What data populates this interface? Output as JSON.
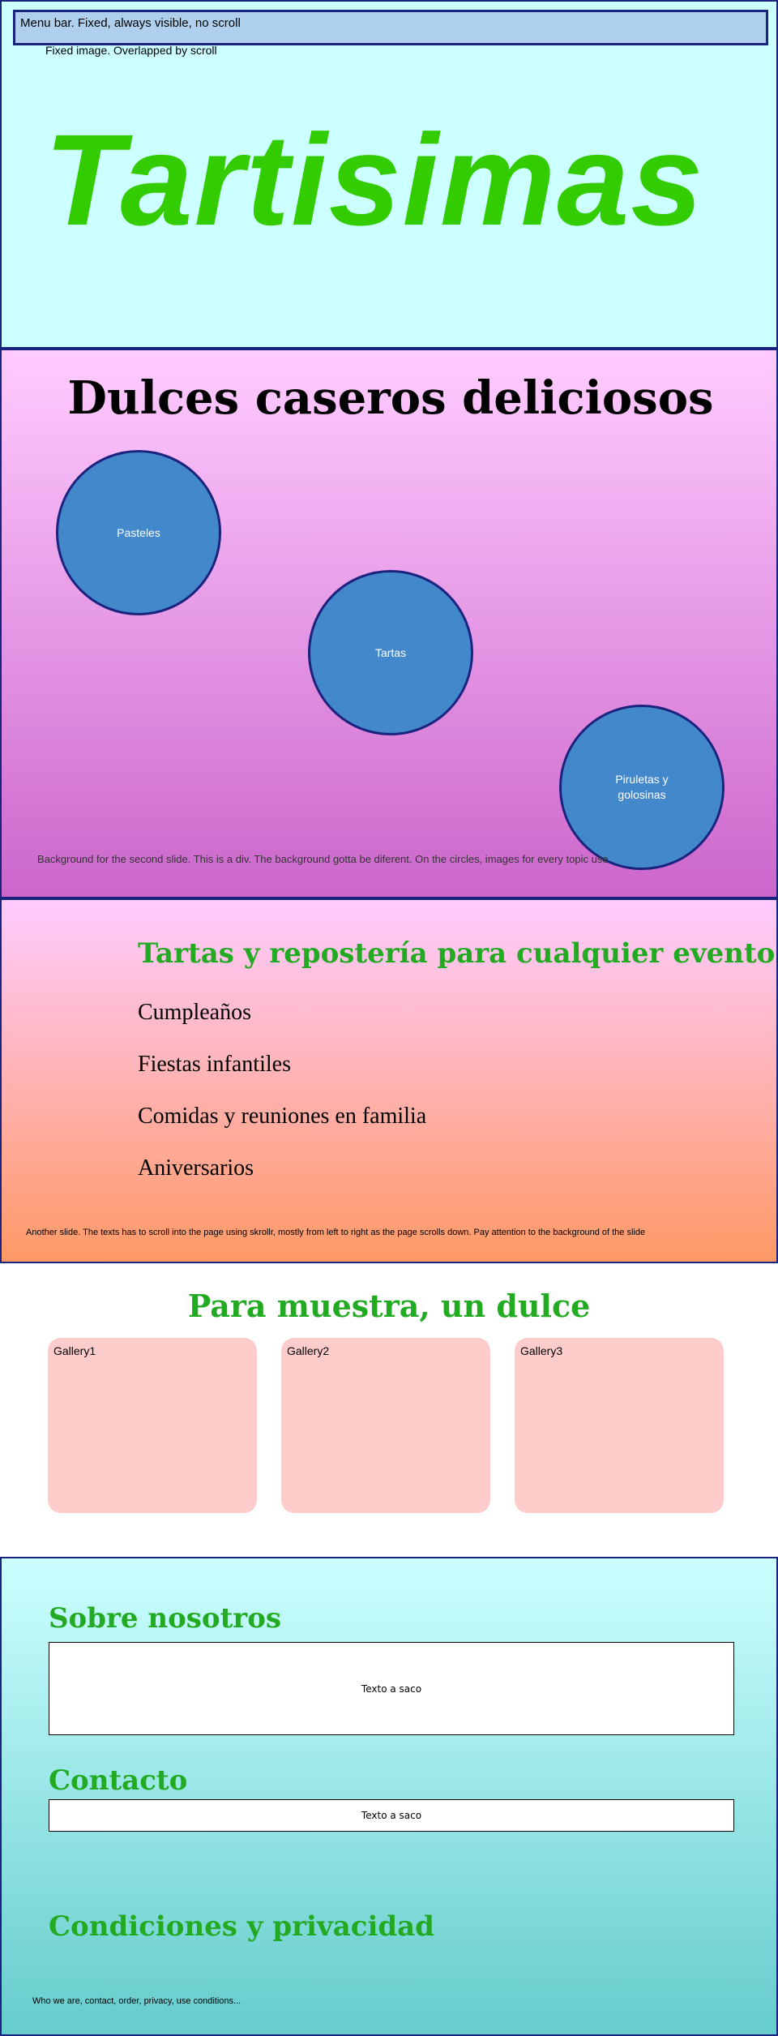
{
  "hero": {
    "menu_label": "Menu bar. Fixed, always visible, no scroll",
    "caption": "Fixed image. Overlapped by scroll",
    "title": "Tartisimas"
  },
  "slide2": {
    "title": "Dulces caseros deliciosos",
    "circles": [
      {
        "label": "Pasteles"
      },
      {
        "label": "Tartas"
      },
      {
        "label": "Piruletas y golosinas"
      }
    ],
    "caption": "Background for the second slide. This is a div. The background gotta be diferent. On the circles, images for every topic use"
  },
  "slide3": {
    "title": "Tartas y repostería para cualquier evento",
    "events": [
      "Cumpleaños",
      "Fiestas infantiles",
      "Comidas y reuniones en familia",
      "Aniversarios"
    ],
    "caption": "Another slide. The texts has to scroll into the page using skrollr, mostly from left to right as the page scrolls down. Pay attention to the background of the slide"
  },
  "gallery": {
    "title": "Para muestra, un dulce",
    "items": [
      {
        "label": "Gallery1"
      },
      {
        "label": "Gallery2"
      },
      {
        "label": "Gallery3"
      }
    ]
  },
  "footer": {
    "about_title": "Sobre nosotros",
    "about_text": "Texto a saco",
    "contact_title": "Contacto",
    "contact_text": "Texto a saco",
    "privacy_title": "Condiciones y privacidad",
    "caption": "Who we are, contact, order, privacy, use conditions..."
  },
  "colors": {
    "accent_green": "#22aa22",
    "hero_green": "#33cc00",
    "circle_blue": "#4488cc",
    "border_navy": "#1a237e"
  }
}
